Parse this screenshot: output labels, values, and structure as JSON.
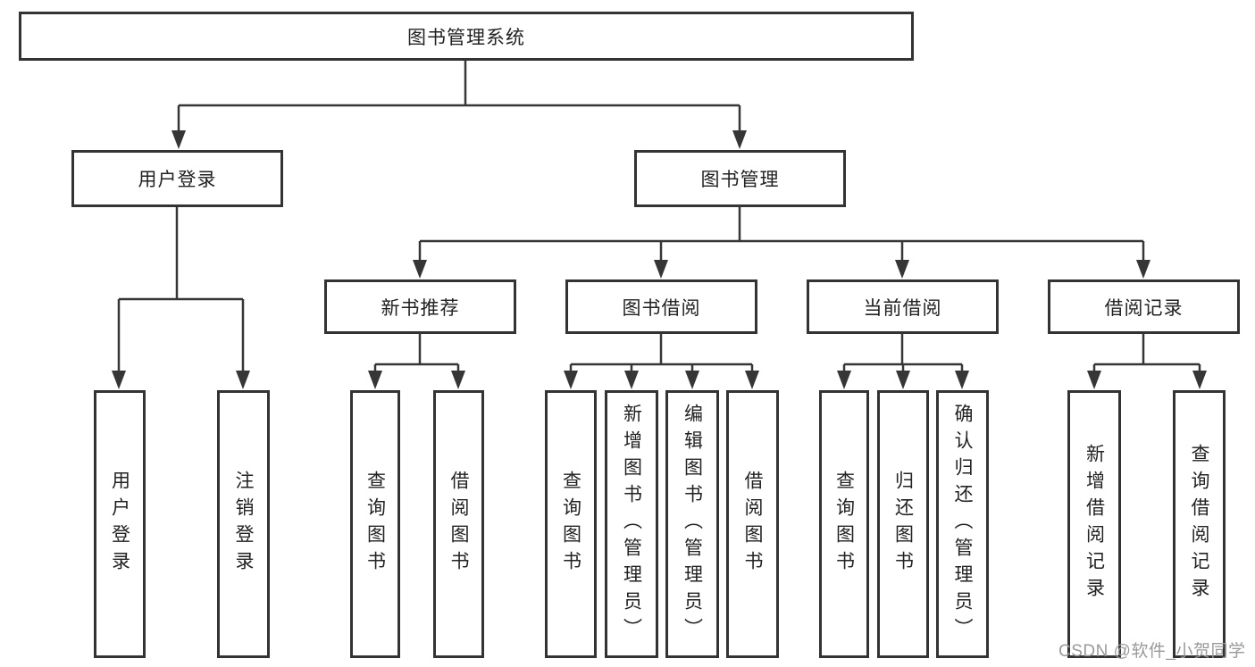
{
  "diagram": {
    "title": "图书管理系统",
    "level2": [
      {
        "label": "用户登录"
      },
      {
        "label": "图书管理"
      }
    ],
    "level3": [
      {
        "label": "新书推荐"
      },
      {
        "label": "图书借阅"
      },
      {
        "label": "当前借阅"
      },
      {
        "label": "借阅记录"
      }
    ],
    "leaves": [
      {
        "label": "用户登录"
      },
      {
        "label": "注销登录"
      },
      {
        "label": "查询图书"
      },
      {
        "label": "借阅图书"
      },
      {
        "label": "查询图书"
      },
      {
        "label": "新增图书（管理员）"
      },
      {
        "label": "编辑图书（管理员）"
      },
      {
        "label": "借阅图书"
      },
      {
        "label": "查询图书"
      },
      {
        "label": "归还图书"
      },
      {
        "label": "确认归还（管理员）"
      },
      {
        "label": "新增借阅记录"
      },
      {
        "label": "查询借阅记录"
      }
    ],
    "watermark": "CSDN @软件_小贺同学",
    "colors": {
      "line": "#363636",
      "box_border": "#333333",
      "text": "#222222",
      "watermark": "#9a9a9a",
      "background": "#ffffff"
    }
  }
}
